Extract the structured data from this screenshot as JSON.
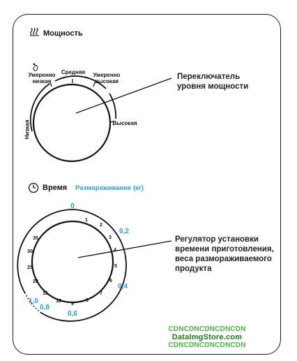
{
  "power_section": {
    "title": "Мощность",
    "icon": "heat-waves-icon",
    "labels": {
      "low": "Низкая",
      "medium_low": "Умеренно низкая",
      "medium": "Средняя",
      "medium_high": "Умеренно высокая",
      "high": "Высокая"
    },
    "callout": [
      "Переключатель",
      "уровня мощности"
    ]
  },
  "time_section": {
    "title": "Время",
    "icon": "clock-icon",
    "defrost_label": "Размораживание (кг)",
    "time_scale": [
      "0",
      "1",
      "2",
      "3",
      "4",
      "5",
      "6",
      "7",
      "8",
      "9",
      "10",
      "15",
      "20",
      "25",
      "30",
      "35"
    ],
    "weight_scale": [
      "0",
      "0,2",
      "0,4",
      "0,6",
      "0,8",
      "1,0"
    ],
    "callout": [
      "Регулятор установки",
      "времени приготовления,",
      "веса размораживаемого",
      "продукта"
    ]
  },
  "watermark": {
    "line1": "CDNCDNCDNCDNCDN",
    "line2": "DataImgStore.com",
    "line3": "CDNCDNCDNCDNCDN"
  },
  "colors": {
    "accent": "#2aa0d8",
    "watermark_green": "#49b83f"
  }
}
